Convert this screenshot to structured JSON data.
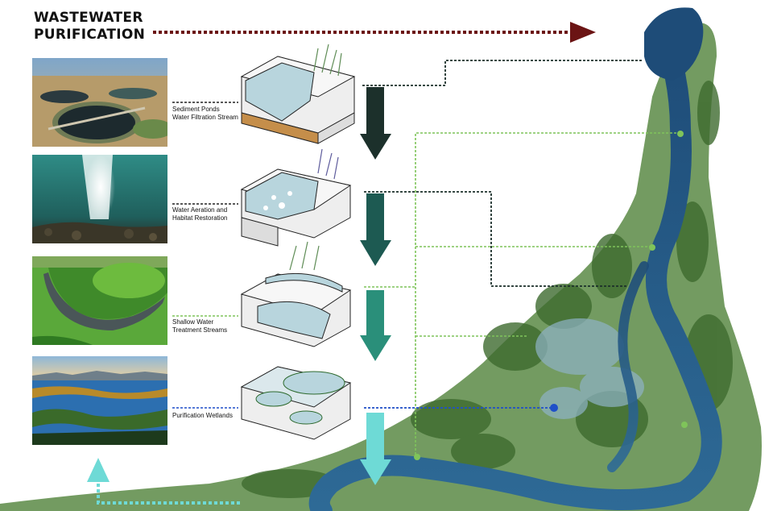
{
  "title": {
    "line1": "WASTEWATER",
    "line2": "PURIFICATION"
  },
  "colors": {
    "title_arrow": "#6b1414",
    "stage1": "#1c302b",
    "stage2": "#1d5a52",
    "stage3": "#2a8f7a",
    "stage4": "#6edad6",
    "connector_light": "#7fc45a",
    "connector_blue": "#1f4fc8",
    "river": "#2b5a86",
    "vegetation": "#4f7a3a"
  },
  "stages": [
    {
      "lines": [
        "Sediment Ponds",
        "Water Filtration Stream"
      ],
      "photo_icon": "treatment-plant-photo"
    },
    {
      "lines": [
        "Water Aeration and",
        "Habitat Restoration"
      ],
      "photo_icon": "underwater-aeration-photo"
    },
    {
      "lines": [
        "Shallow Water",
        "Treatment Streams"
      ],
      "photo_icon": "grassy-stream-photo"
    },
    {
      "lines": [
        "Purification Wetlands"
      ],
      "photo_icon": "wetland-marsh-photo"
    }
  ]
}
